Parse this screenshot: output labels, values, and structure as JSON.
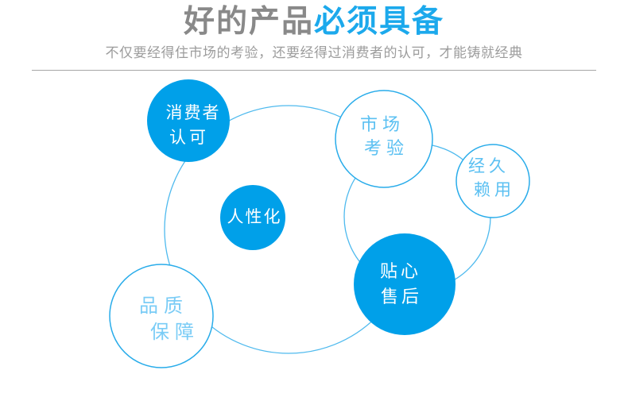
{
  "header": {
    "title_gray": "好的产品",
    "title_blue": "必须具备",
    "subtitle": "不仅要经得住市场的考验，还要经得过消费者的认可，才能铸就经典"
  },
  "diagram": {
    "nodes": [
      {
        "id": "consumer-recognition",
        "label": "消费者认可",
        "lines": [
          "消费者",
          "认可"
        ],
        "style": "filled-blue"
      },
      {
        "id": "market-test",
        "label": "市场考验",
        "lines": [
          "市场",
          "考验"
        ],
        "style": "outlined"
      },
      {
        "id": "durable-reliable",
        "label": "经久赖用",
        "lines": [
          "经久",
          "赖用"
        ],
        "style": "outlined"
      },
      {
        "id": "humanized",
        "label": "人性化",
        "lines": [
          "人性化"
        ],
        "style": "filled-blue"
      },
      {
        "id": "caring-after-sales",
        "label": "贴心售后",
        "lines": [
          "贴心",
          "售后"
        ],
        "style": "filled-blue"
      },
      {
        "id": "quality-assurance",
        "label": "品质保障",
        "lines": [
          "品质",
          "保障"
        ],
        "style": "outlined"
      }
    ]
  },
  "colors": {
    "fill_blue": "#00A0E9",
    "title_blue": "#1CA9EC",
    "title_gray": "#898989",
    "subtitle_gray": "#9C9C9C",
    "orbit_stroke": "#4FBAEE",
    "node_stroke": "#29ACEA",
    "outlined_text_blue": "#5BC0F2",
    "quality_text_blue": "#7ACCF6",
    "node_text_white": "#FFFFFF",
    "divider_gray": "#A6A6A6"
  }
}
